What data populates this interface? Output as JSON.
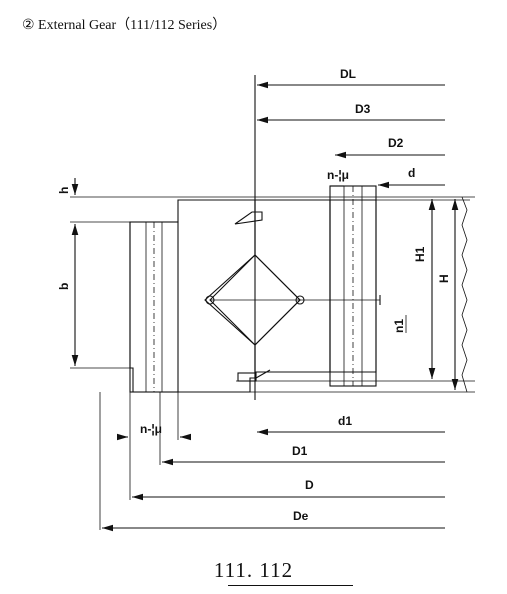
{
  "title": "② External Gear（111/112 Series）",
  "caption": "111. 112",
  "dimensions": {
    "DL": "DL",
    "D3": "D3",
    "D2": "D2",
    "d": "d",
    "n_mu_top": "n-¦μ",
    "h": "h",
    "H1": "H1",
    "H": "H",
    "b": "b",
    "n1": "n1",
    "d1": "d1",
    "n_mu_bottom": "n-¦μ",
    "D1": "D1",
    "D": "D",
    "De": "De"
  },
  "colors": {
    "line": "#111111",
    "background": "#ffffff"
  }
}
